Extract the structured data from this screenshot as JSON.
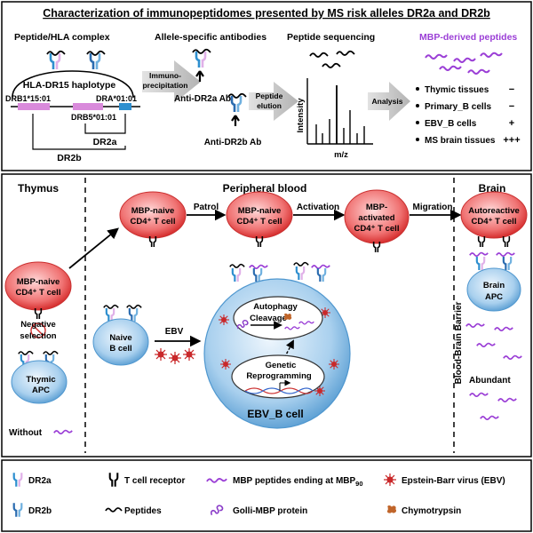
{
  "title": "Characterization of immunopeptidomes presented by MS risk alleles DR2a and DR2b",
  "top": {
    "complex_label": "Peptide/HLA complex",
    "antibodies_label": "Allele-specific antibodies",
    "sequencing_label": "Peptide sequencing",
    "mbp_label": "MBP-derived peptides",
    "haplotype": "HLA-DR15  haplotype",
    "gene_drb1": "DRB1*15:01",
    "gene_dra": "DRA*01:01",
    "gene_drb5": "DRB5*01:01",
    "dr2a": "DR2a",
    "dr2b": "DR2b",
    "immuno_arrow": [
      "Immuno-",
      "precipitation"
    ],
    "anti_dr2a": "Anti-DR2a Ab",
    "anti_dr2b": "Anti-DR2b Ab",
    "elution_arrow": [
      "Peptide",
      "elution"
    ],
    "intensity": "Intensity",
    "mz": "m/z",
    "analysis": "Analysis",
    "results": [
      {
        "label": "Thymic tissues",
        "value": "−"
      },
      {
        "label": "Primary_B cells",
        "value": "−"
      },
      {
        "label": "EBV_B cells",
        "value": "+"
      },
      {
        "label": "MS brain tissues",
        "value": "+++"
      }
    ]
  },
  "middle": {
    "thymus": "Thymus",
    "peripheral": "Peripheral blood",
    "brain": "Brain",
    "tcell_naive_thymus": [
      "MBP-naive",
      "CD4⁺ T cell"
    ],
    "negative_selection": [
      "Negative",
      "selection"
    ],
    "thymic_apc": [
      "Thymic",
      "APC"
    ],
    "without": "Without",
    "tcell_naive_1": [
      "MBP-naive",
      "CD4⁺ T cell"
    ],
    "patrol": "Patrol",
    "tcell_naive_2": [
      "MBP-naive",
      "CD4⁺ T cell"
    ],
    "activation": "Activation",
    "tcell_activated": [
      "MBP-",
      "activated",
      "CD4⁺ T cell"
    ],
    "migration": "Migration",
    "tcell_autoreactive": [
      "Autoreactive",
      "CD4⁺ T cell"
    ],
    "naive_b": [
      "Naive",
      "B cell"
    ],
    "ebv": "EBV",
    "autophagy": "Autophagy",
    "cleavage": "Cleavage",
    "reprogramming": [
      "Genetic",
      "Reprogramming"
    ],
    "ebv_b_cell": "EBV_B cell",
    "bbb": "Blood-Brain Barrier",
    "brain_apc": [
      "Brain",
      "APC"
    ],
    "abundant": "Abundant"
  },
  "legend": {
    "dr2a": "DR2a",
    "tcr": "T cell receptor",
    "mbp_peptides": "MBP peptides ending at MBP",
    "mbp_subscript": "90",
    "ebv_virus": "Epstein-Barr virus (EBV)",
    "dr2b": "DR2b",
    "peptides": "Peptides",
    "golli": "Golli-MBP protein",
    "chymotrypsin": "Chymotrypsin"
  },
  "colors": {
    "dr2a": "#2e8fcf",
    "dr2a_partner": "#e0b0e8",
    "dr2b": "#2b6cb0",
    "mbp": "#9b3fd6",
    "golli": "#8a3cc8",
    "virus": "#c9282a",
    "chymotrypsin": "#c0652a",
    "tcell_red": "#e23b3b",
    "apc_blue": "#5aa6d8",
    "gene_pink": "#d98adb",
    "arrow_gray": "#c9c9c9"
  }
}
